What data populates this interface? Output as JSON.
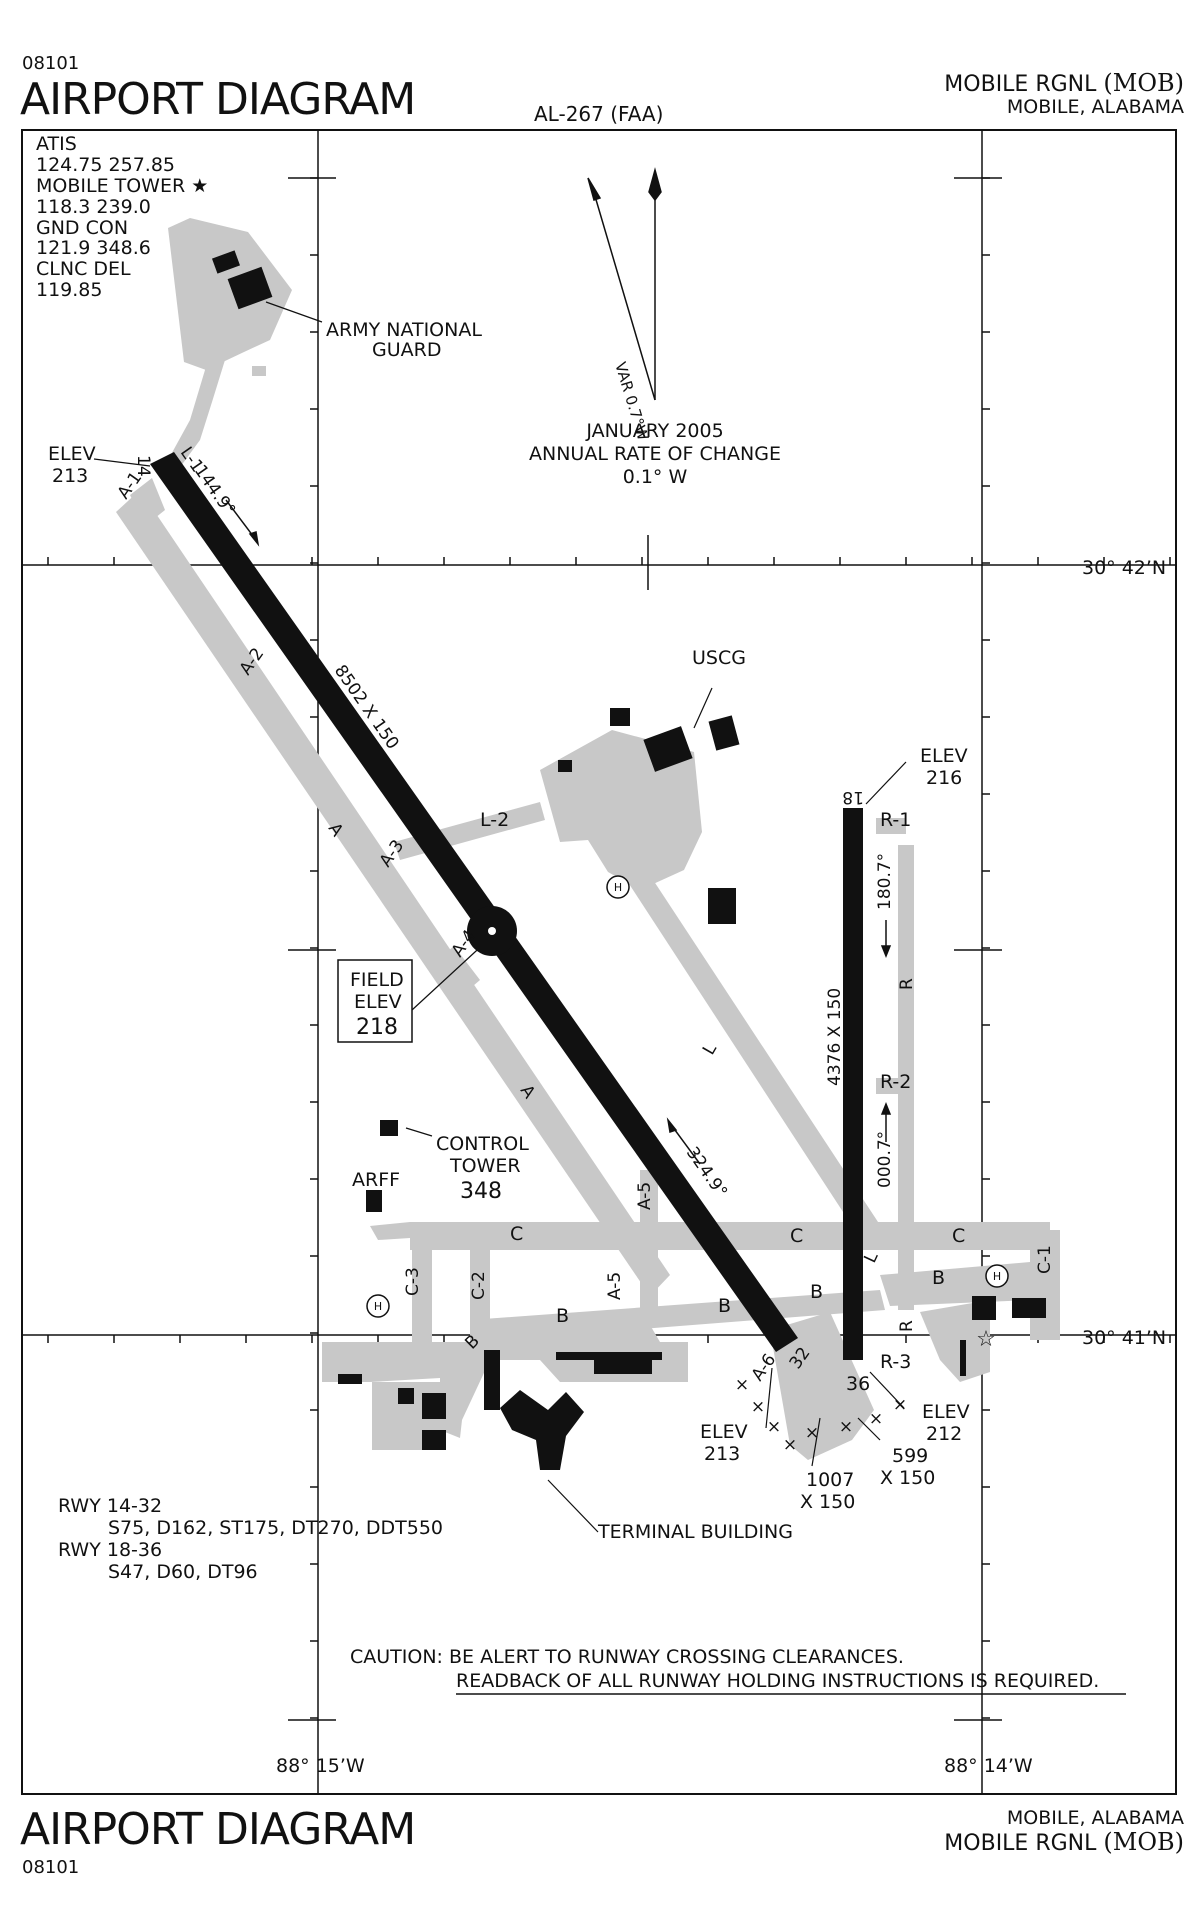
{
  "header": {
    "chart_number": "08101",
    "title": "AIRPORT DIAGRAM",
    "airport_name": "MOBILE RGNL",
    "airport_id": "(MOB)",
    "city": "MOBILE, ALABAMA",
    "procedure_id": "AL-267 (FAA)"
  },
  "footer": {
    "title": "AIRPORT DIAGRAM",
    "chart_number": "08101",
    "city": "MOBILE, ALABAMA",
    "airport_name": "MOBILE RGNL",
    "airport_id": "(MOB)"
  },
  "frequencies": [
    "ATIS",
    "124.75 257.85",
    "MOBILE TOWER ★",
    "118.3 239.0",
    "GND CON",
    "121.9 348.6",
    "CLNC DEL",
    "119.85"
  ],
  "magvar": {
    "var_label": "VAR 0.7°W",
    "date": "JANUARY 2005",
    "rate_label": "ANNUAL RATE OF CHANGE",
    "rate_value": "0.1° W"
  },
  "coordinates": {
    "lat_top": "30° 42’N",
    "lat_bottom": "30° 41’N",
    "lon_left": "88° 15’W",
    "lon_right": "88° 14’W"
  },
  "runways": {
    "rwy14": {
      "end_label": "14",
      "heading": "144.9°",
      "opposite_end_label": "32",
      "opposite_heading": "324.9°",
      "dimensions": "8502 X 150",
      "elev_label": "ELEV",
      "elev_value": "213",
      "opposite_elev_label": "ELEV",
      "opposite_elev_value": "213",
      "overrun": "1007",
      "overrun_width": "X 150"
    },
    "rwy18": {
      "end_label": "18",
      "heading": "180.7°",
      "opposite_end_label": "36",
      "opposite_heading": "000.7°",
      "dimensions": "4376 X 150",
      "elev_label": "ELEV",
      "elev_value": "216",
      "opposite_elev_label": "ELEV",
      "opposite_elev_value": "212",
      "overrun": "599",
      "overrun_width": "X 150"
    }
  },
  "field_elev": {
    "line1": "FIELD",
    "line2": "ELEV",
    "value": "218"
  },
  "facilities": {
    "army": "ARMY NATIONAL",
    "army2": "GUARD",
    "uscg": "USCG",
    "control_tower": "CONTROL",
    "control_tower2": "TOWER",
    "tower_elev": "348",
    "arff": "ARFF",
    "terminal": "TERMINAL BUILDING",
    "heliport": "H"
  },
  "taxiways": {
    "a1": "A-1",
    "l1": "L-1",
    "a2": "A-2",
    "a": "A",
    "a3": "A-3",
    "l2": "L-2",
    "a4": "A-4",
    "l": "L",
    "a5": "A-5",
    "c": "C",
    "c1": "C-1",
    "c2": "C-2",
    "c3": "C-3",
    "b": "B",
    "a6": "A-6",
    "r": "R",
    "r1": "R-1",
    "r2": "R-2",
    "r3": "R-3"
  },
  "pcn": {
    "rwy1432_label": "RWY 14-32",
    "rwy1432_values": "S75, D162, ST175, DT270, DDT550",
    "rwy1836_label": "RWY 18-36",
    "rwy1836_values": "S47, D60, DT96"
  },
  "caution": {
    "line1": "CAUTION: BE ALERT TO RUNWAY CROSSING CLEARANCES.",
    "line2": "READBACK OF ALL RUNWAY HOLDING INSTRUCTIONS IS REQUIRED."
  },
  "colors": {
    "taxiway": "#c8c8c8",
    "runway": "#111111",
    "building": "#111111",
    "frame": "#111111"
  }
}
